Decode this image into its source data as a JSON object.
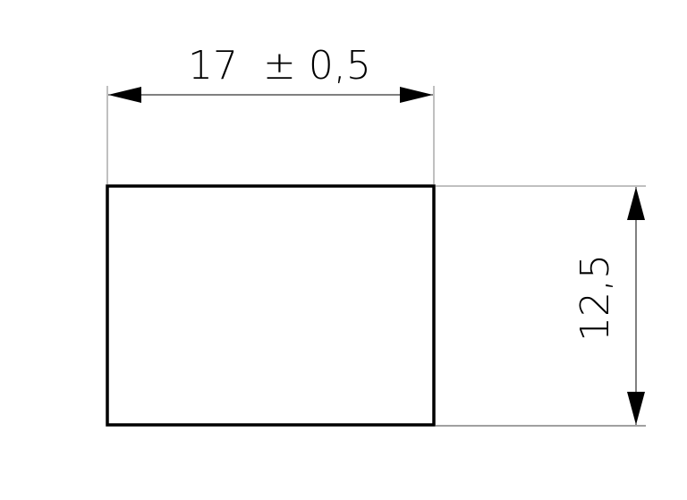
{
  "drawing": {
    "type": "technical-dimension-drawing",
    "shape": "rectangle",
    "width_dimension": {
      "nominal": "17",
      "tolerance": "± 0,5"
    },
    "height_dimension": {
      "nominal": "12,5"
    },
    "colors": {
      "line": "#000000",
      "extension_line": "#808080",
      "background": "#ffffff"
    }
  }
}
